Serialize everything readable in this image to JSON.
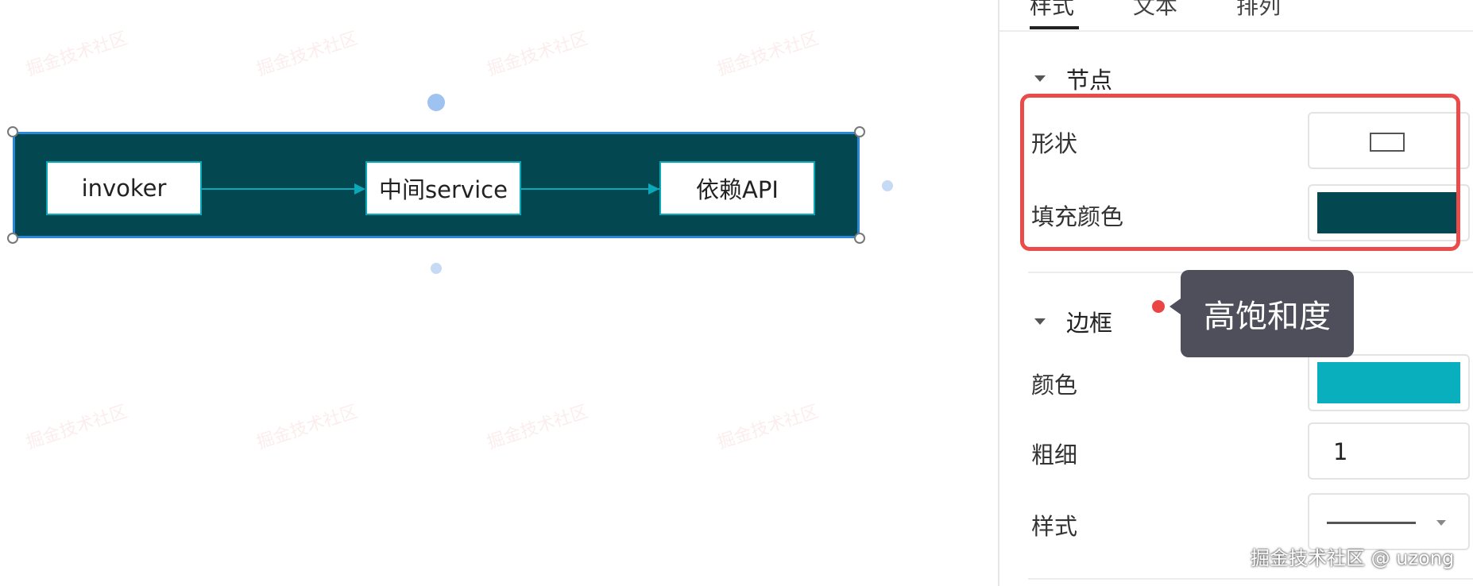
{
  "canvas": {
    "nodes": [
      {
        "label": "invoker"
      },
      {
        "label": "中间service"
      },
      {
        "label": "依赖API"
      }
    ],
    "group_fill": "#034751",
    "edge_color": "#0aa9b9",
    "watermark_text": "掘金技术社区"
  },
  "panel": {
    "tabs": [
      {
        "label": "样式",
        "active": true
      },
      {
        "label": "文本",
        "active": false
      },
      {
        "label": "排列",
        "active": false
      }
    ],
    "node_section": {
      "title": "节点",
      "shape_label": "形状",
      "shape_value_icon": "rectangle-icon",
      "fill_label": "填充颜色",
      "fill_color": "#034751"
    },
    "border_section": {
      "title": "边框",
      "color_label": "颜色",
      "color_value": "#0aafbd",
      "width_label": "粗细",
      "width_value": "1",
      "style_label": "样式",
      "style_value_icon": "solid-line-icon"
    }
  },
  "annotation": {
    "highlight_color": "#ea4b4b",
    "tooltip_text": "高饱和度"
  },
  "footer": {
    "watermark": "掘金技术社区 @ uzong"
  }
}
